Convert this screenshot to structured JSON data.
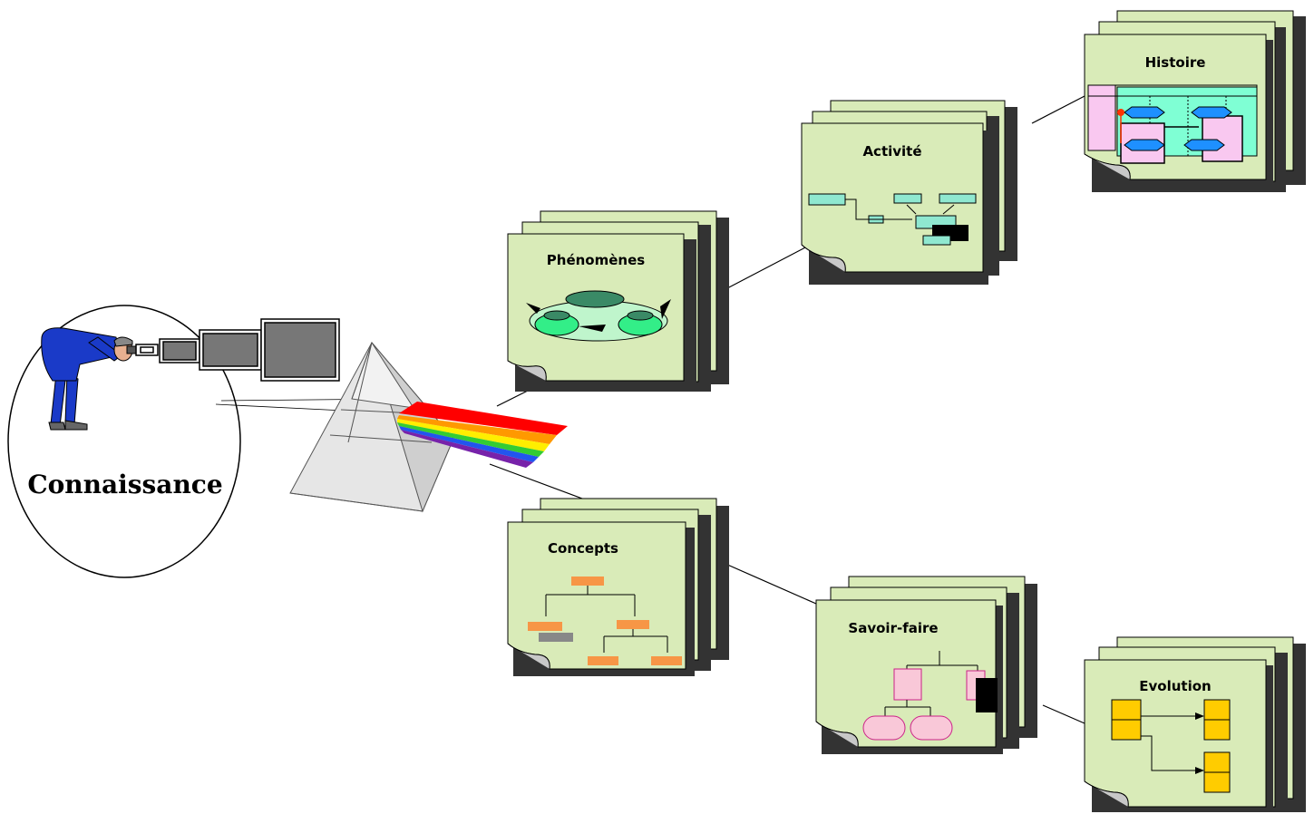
{
  "knowledge": {
    "label": "Connaissance"
  },
  "cards": {
    "phenomenes": "Phénomènes",
    "activite": "Activité",
    "histoire": "Histoire",
    "concepts": "Concepts",
    "savoir_faire": "Savoir-faire",
    "evolution": "Evolution"
  },
  "colors": {
    "card_fill": "#d9ebb8",
    "card_shadow": "#3a3a3a",
    "teal_box": "#8fe8d0",
    "orange_box": "#f79646",
    "pink_box": "#f9c8d8",
    "pink_stroke": "#cc2288",
    "yellow_box": "#ffcc00",
    "blue_hex": "#1e90ff",
    "person_blue": "#1a3ac8"
  }
}
